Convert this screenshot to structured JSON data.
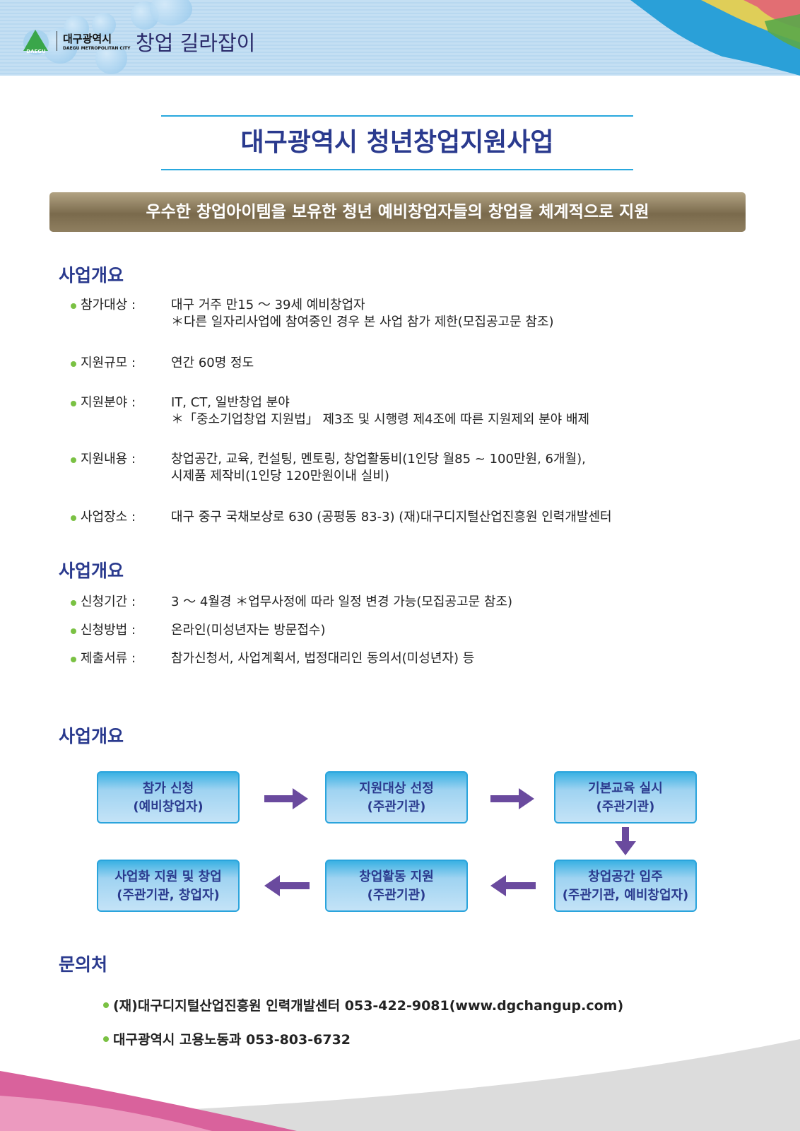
{
  "header": {
    "logo_text": "DAEGU",
    "city_ko": "대구광역시",
    "city_en": "DAEGU METROPOLITAN CITY",
    "title": "창업 길라잡이"
  },
  "title": "대구광역시 청년창업지원사업",
  "banner": "우수한 창업아이템을 보유한 청년 예비창업자들의 창업을 체계적으로 지원",
  "section1": {
    "heading": "사업개요",
    "items": [
      {
        "label": "참가대상 :",
        "value": "대구 거주 만15 ～ 39세 예비창업자\n＊다른 일자리사업에 참여중인 경우 본 사업 참가 제한(모집공고문 참조)"
      },
      {
        "label": "지원규모 :",
        "value": "연간 60명 정도"
      },
      {
        "label": "지원분야 :",
        "value": "IT, CT, 일반창업 분야\n＊「중소기업창업 지원법」 제3조 및 시행령 제4조에 따른 지원제외 분야 배제"
      },
      {
        "label": "지원내용 :",
        "value": "창업공간, 교육, 컨설팅, 멘토링, 창업활동비(1인당 월85 ~ 100만원, 6개월),\n시제품 제작비(1인당 120만원이내 실비)"
      },
      {
        "label": "사업장소 :",
        "value": "대구 중구 국채보상로 630 (공평동 83-3) (재)대구디지털산업진흥원 인력개발센터"
      }
    ]
  },
  "section2": {
    "heading": "사업개요",
    "items": [
      {
        "label": "신청기간 :",
        "value": "3 ～ 4월경  ＊업무사정에 따라 일정 변경 가능(모집공고문 참조)"
      },
      {
        "label": "신청방법 :",
        "value": "온라인(미성년자는 방문접수)"
      },
      {
        "label": "제출서류 :",
        "value": "참가신청서, 사업계획서, 법정대리인 동의서(미성년자) 등"
      }
    ]
  },
  "section3": {
    "heading": "사업개요",
    "steps": [
      {
        "line1": "참가 신청",
        "line2": "(예비창업자)"
      },
      {
        "line1": "지원대상 선정",
        "line2": "(주관기관)"
      },
      {
        "line1": "기본교육 실시",
        "line2": "(주관기관)"
      },
      {
        "line1": "창업공간 입주",
        "line2": "(주관기관, 예비창업자)"
      },
      {
        "line1": "창업활동 지원",
        "line2": "(주관기관)"
      },
      {
        "line1": "사업화 지원 및 창업",
        "line2": "(주관기관, 창업자)"
      }
    ]
  },
  "contact": {
    "heading": "문의처",
    "items": [
      "(재)대구디지털산업진흥원 인력개발센터 053-422-9081(www.dgchangup.com)",
      "대구광역시 고용노동과 053-803-6732"
    ]
  },
  "colors": {
    "navy": "#2a3a8e",
    "bullet": "#7ac143",
    "arrow": "#6a4a9e",
    "box_border": "#2aa4dc"
  }
}
